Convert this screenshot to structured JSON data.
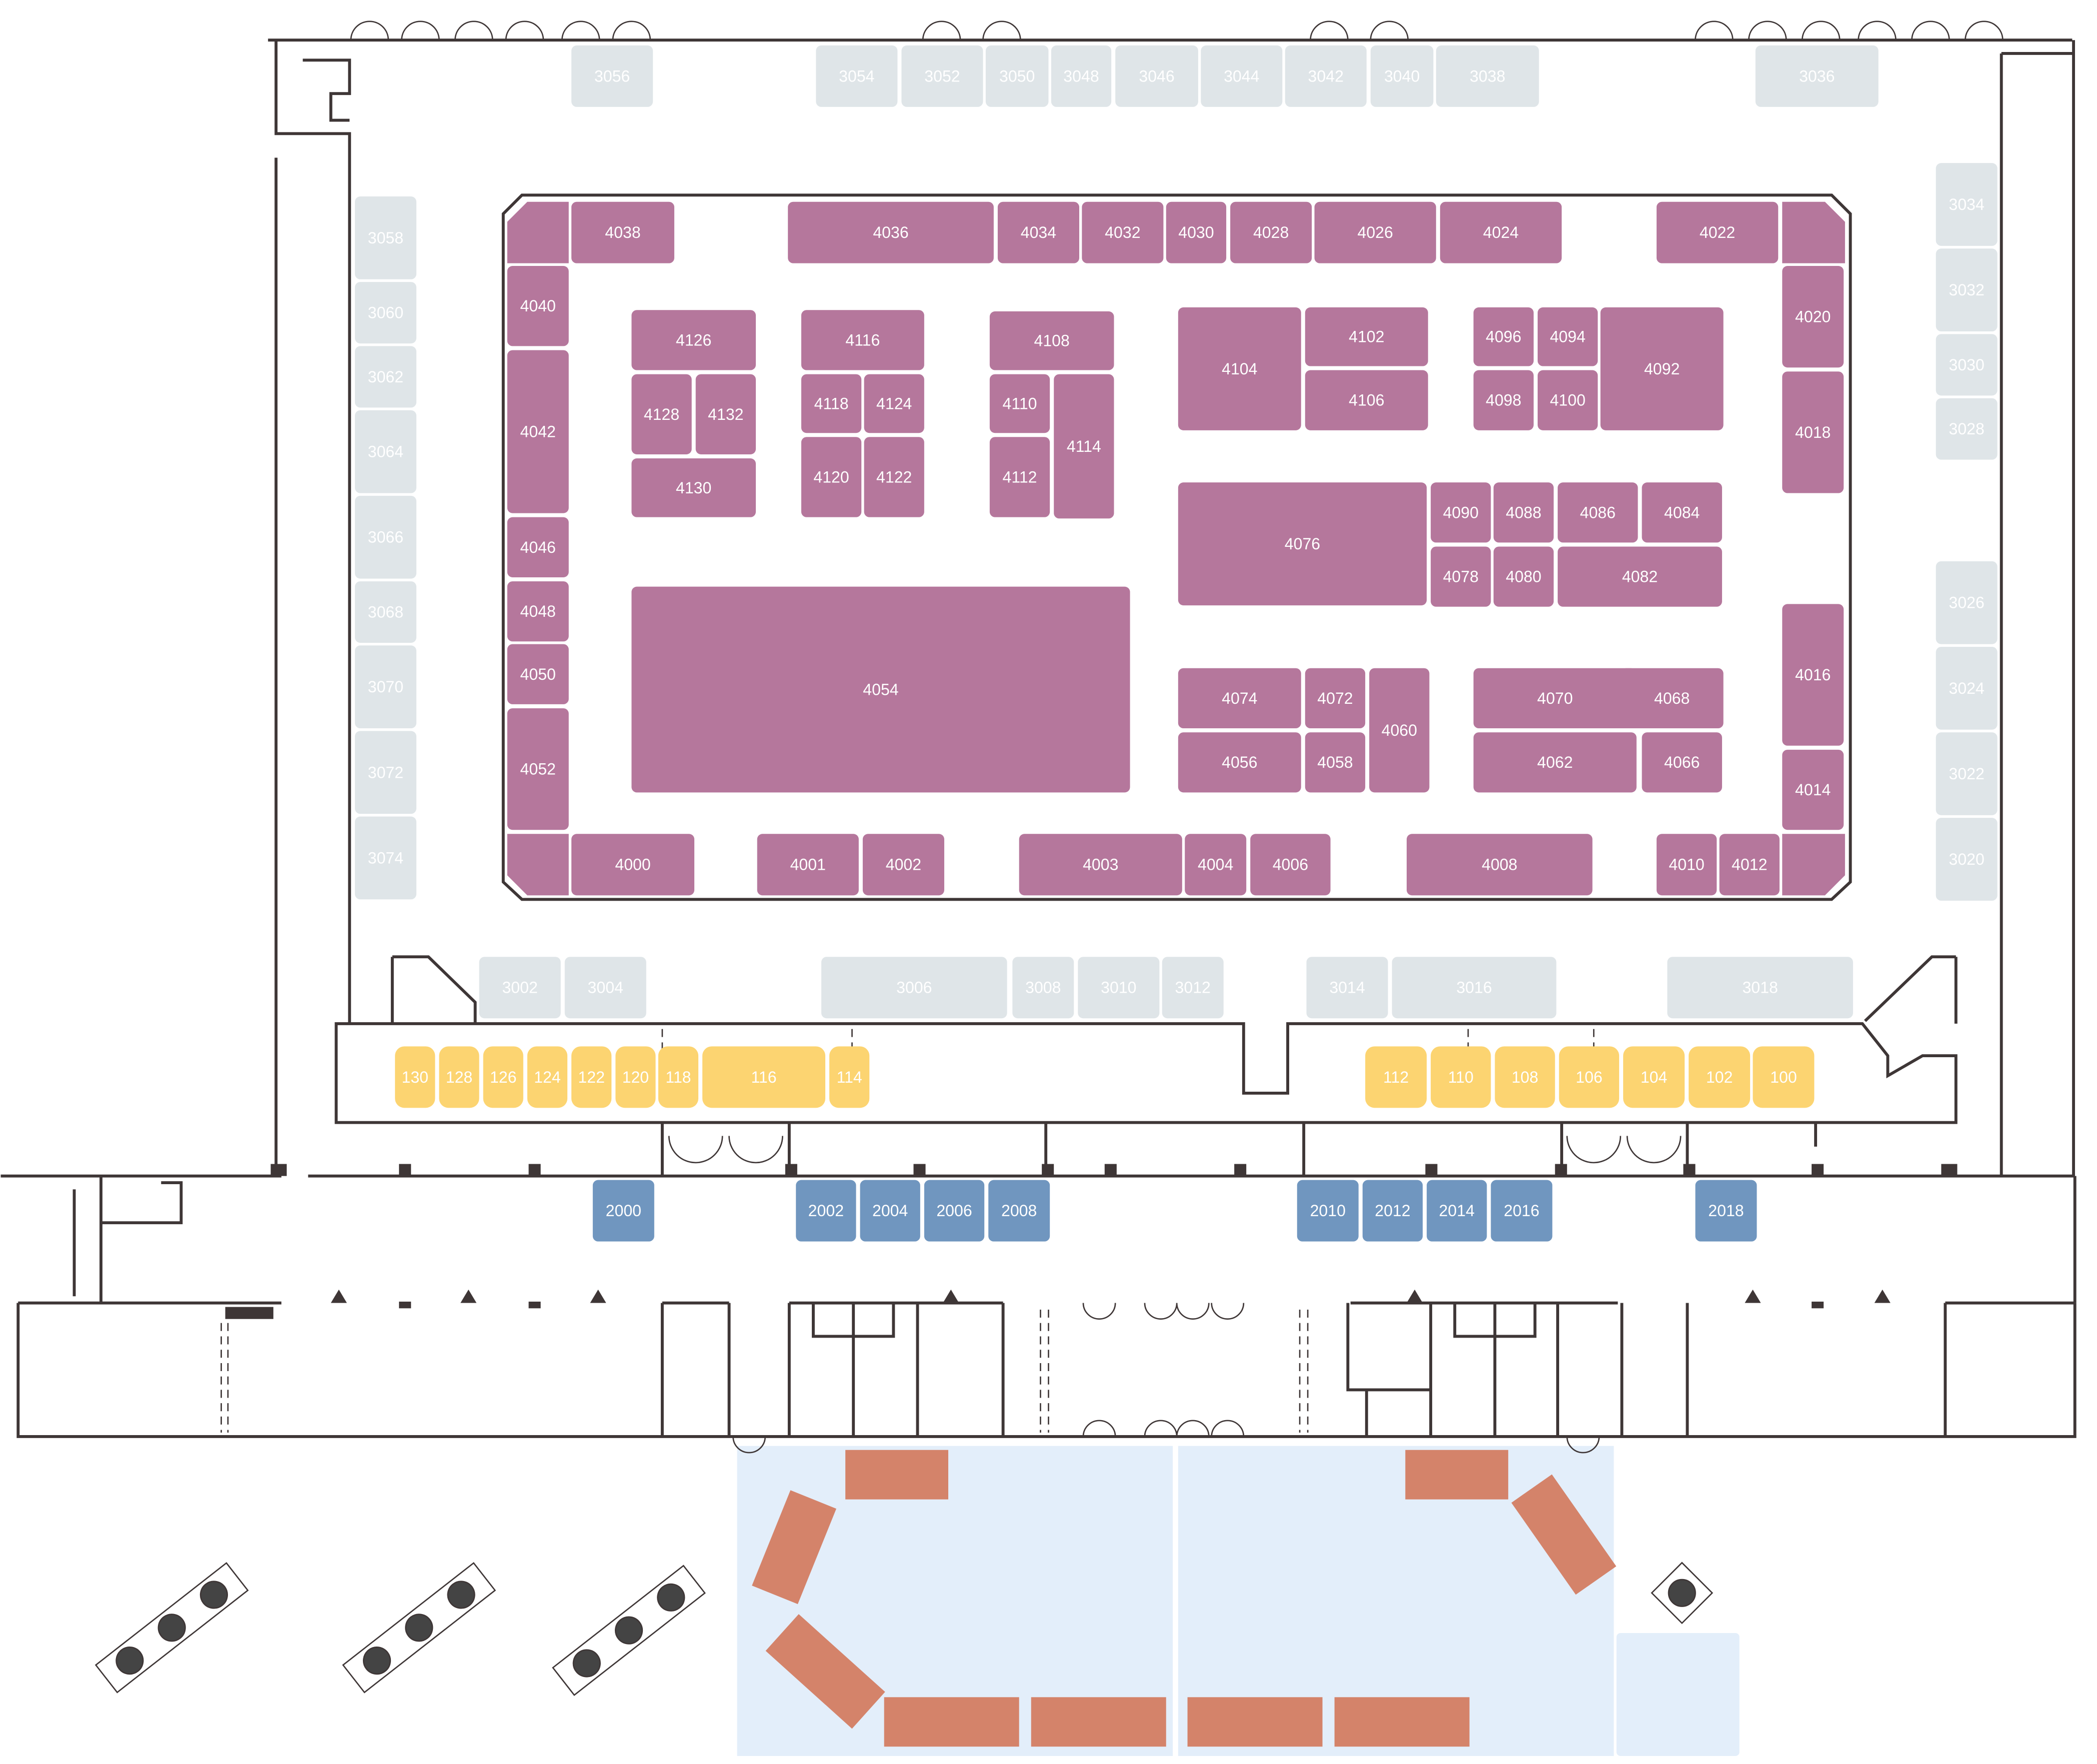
{
  "colors": {
    "exhibit_hall": "#b5779c",
    "perimeter": "#dfe5e8",
    "lobby": "#fcd471",
    "concourse": "#7096bf",
    "patio": "#e3eefa",
    "table": "#d4836a",
    "wall": "#3e3636"
  },
  "booths": {
    "perimeter": [
      "3056",
      "3054",
      "3052",
      "3050",
      "3048",
      "3046",
      "3044",
      "3042",
      "3040",
      "3038",
      "3036",
      "3058",
      "3060",
      "3062",
      "3064",
      "3066",
      "3068",
      "3070",
      "3072",
      "3074",
      "3034",
      "3032",
      "3030",
      "3028",
      "3026",
      "3024",
      "3022",
      "3020",
      "3002",
      "3004",
      "3006",
      "3008",
      "3010",
      "3012",
      "3014",
      "3016",
      "3018"
    ],
    "exhibit_hall": [
      "4038",
      "4036",
      "4034",
      "4032",
      "4030",
      "4028",
      "4026",
      "4024",
      "4022",
      "4040",
      "4042",
      "4046",
      "4048",
      "4050",
      "4052",
      "4000",
      "4001",
      "4002",
      "4003",
      "4004",
      "4006",
      "4008",
      "4010",
      "4012",
      "4020",
      "4018",
      "4016",
      "4014",
      "4126",
      "4128",
      "4132",
      "4130",
      "4116",
      "4118",
      "4124",
      "4120",
      "4122",
      "4108",
      "4110",
      "4112",
      "4114",
      "4104",
      "4102",
      "4106",
      "4096",
      "4094",
      "4098",
      "4100",
      "4092",
      "4076",
      "4090",
      "4088",
      "4086",
      "4084",
      "4078",
      "4080",
      "4082",
      "4054",
      "4074",
      "4072",
      "4056",
      "4058",
      "4060",
      "4070",
      "4068",
      "4062",
      "4066"
    ],
    "lobby": [
      "130",
      "128",
      "126",
      "124",
      "122",
      "120",
      "118",
      "116",
      "114",
      "112",
      "110",
      "108",
      "106",
      "104",
      "102",
      "100"
    ],
    "concourse": [
      "2000",
      "2002",
      "2004",
      "2006",
      "2008",
      "2010",
      "2012",
      "2014",
      "2016",
      "2018"
    ]
  }
}
